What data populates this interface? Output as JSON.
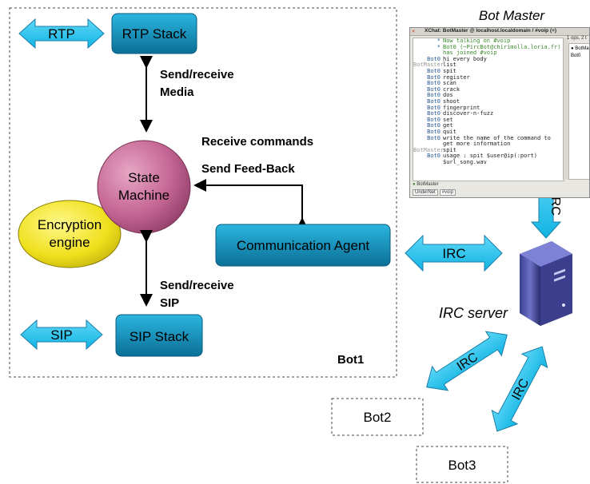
{
  "bot1": {
    "label": "Bot1",
    "rtp_arrow": "RTP",
    "rtp_stack": "RTP Stack",
    "media_label_1": "Send/receive",
    "media_label_2": "Media",
    "receive_commands": "Receive commands",
    "send_feedback": "Send Feed-Back",
    "state_machine_1": "State",
    "state_machine_2": "Machine",
    "encryption_1": "Encryption",
    "encryption_2": "engine",
    "comm_agent": "Communication Agent",
    "sip_label_1": "Send/receive",
    "sip_label_2": "SIP",
    "sip_arrow": "SIP",
    "sip_stack": "SIP Stack"
  },
  "irc": {
    "horizontal": "IRC",
    "vertical": "IRC",
    "diag_left": "IRC",
    "diag_right": "IRC",
    "server": "IRC server"
  },
  "bot_master": {
    "title": "Bot Master",
    "window_title": "XChat: BotMaster @ localhost.localdomain / #voip (+)",
    "ops": "1 ops, 2 t",
    "users": [
      "BotMast",
      "Bot0"
    ],
    "lines": [
      {
        "nick": "*",
        "msg": "Now talking on #voip",
        "style": "green"
      },
      {
        "nick": "*",
        "msg": "Bot0 (~PircBot@chirimolla.loria.fr)",
        "style": "green"
      },
      {
        "nick": "",
        "msg": "has joined #voip",
        "style": "green"
      },
      {
        "nick": "Bot0",
        "msg": "hi every body",
        "style": ""
      },
      {
        "nick": "BotMaster",
        "msg": "list",
        "style": "",
        "nickstyle": "grey"
      },
      {
        "nick": "Bot0",
        "msg": "spit",
        "style": ""
      },
      {
        "nick": "Bot0",
        "msg": "register",
        "style": ""
      },
      {
        "nick": "Bot0",
        "msg": "scan",
        "style": ""
      },
      {
        "nick": "Bot0",
        "msg": "crack",
        "style": ""
      },
      {
        "nick": "Bot0",
        "msg": "dos",
        "style": ""
      },
      {
        "nick": "Bot0",
        "msg": "shoot",
        "style": ""
      },
      {
        "nick": "Bot0",
        "msg": "fingerprint",
        "style": ""
      },
      {
        "nick": "Bot0",
        "msg": "discover-n-fuzz",
        "style": ""
      },
      {
        "nick": "Bot0",
        "msg": "set",
        "style": ""
      },
      {
        "nick": "Bot0",
        "msg": "get",
        "style": ""
      },
      {
        "nick": "Bot0",
        "msg": "quit",
        "style": ""
      },
      {
        "nick": "Bot0",
        "msg": "write the name of the command to",
        "style": ""
      },
      {
        "nick": "",
        "msg": "get more information",
        "style": ""
      },
      {
        "nick": "BotMaster",
        "msg": "spit",
        "style": "",
        "nickstyle": "grey"
      },
      {
        "nick": "Bot0",
        "msg": "usage : spit $user@ip(:port)",
        "style": ""
      },
      {
        "nick": "",
        "msg": "$url_song.wav",
        "style": ""
      }
    ],
    "input_nick": "BotMaster",
    "tabs": [
      "UnderNet",
      "#voip"
    ]
  },
  "bots": {
    "bot2": "Bot2",
    "bot3": "Bot3"
  },
  "colors": {
    "arrow_fill": "#19c3f0",
    "arrow_stroke": "#1a7fa8",
    "stack_fill": "#1390b8",
    "state_machine": "#c76a95",
    "encryption": "#f0e21a"
  }
}
